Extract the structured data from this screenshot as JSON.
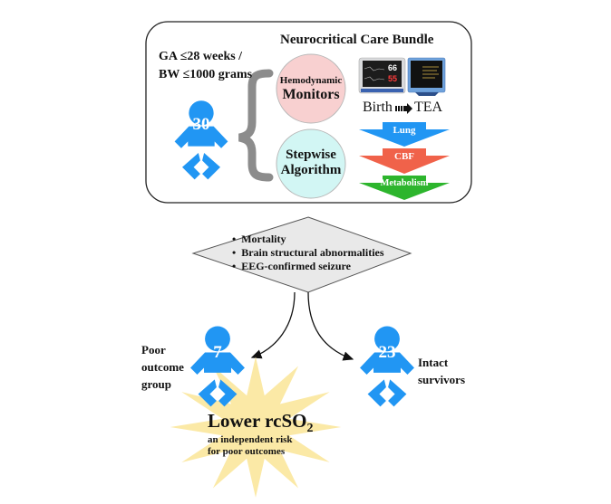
{
  "bundle": {
    "title": "Neurocritical Care Bundle",
    "criteria_line1": "GA  ≤28 weeks /",
    "criteria_line2": "BW ≤1000 grams",
    "cohort_count": "30",
    "hemodynamic_small": "Hemodynamic",
    "hemodynamic_big": "Monitors",
    "stepwise_line1": "Stepwise",
    "stepwise_line2": "Algorithm",
    "monitor_value_top": "66",
    "monitor_value_bottom": "55",
    "timeline_start": "Birth",
    "timeline_end": "TEA",
    "cascade": [
      {
        "label": "Lung",
        "color": "#2196f3"
      },
      {
        "label": "CBF",
        "color": "#f0624a"
      },
      {
        "label": "Metabolism",
        "color": "#2db52d"
      }
    ]
  },
  "outcomes": {
    "items": [
      "Mortality",
      "Brain structural abnormalities",
      "EEG-confirmed seizure"
    ]
  },
  "groups": {
    "poor": {
      "count": "7",
      "label_lines": [
        "Poor",
        "outcome",
        "group"
      ]
    },
    "intact": {
      "count": "23",
      "label_lines": [
        "Intact",
        "survivors"
      ]
    }
  },
  "finding": {
    "headline": "Lower rcSO",
    "headline_sub": "2",
    "line1": "an independent risk",
    "line2": "for poor outcomes"
  },
  "colors": {
    "baby": "#2196f3",
    "hemodynamic_circle": "#f8d0d0",
    "stepwise_circle": "#d2f6f4",
    "star": "#fbe9a6",
    "diamond": "#e9e9e9",
    "brace": "#8c8c8c"
  }
}
